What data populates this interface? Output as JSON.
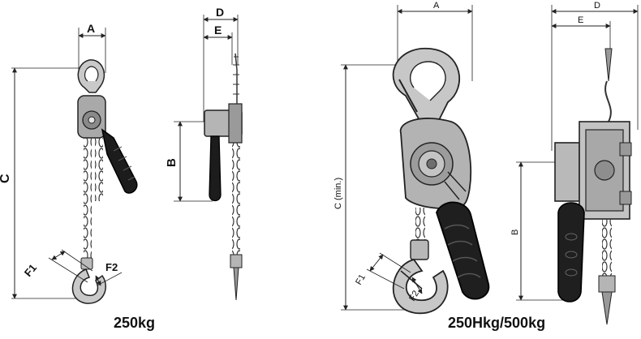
{
  "left_drawing": {
    "caption": "250kg",
    "dims": {
      "a": "A",
      "b": "B",
      "c": "C",
      "d": "D",
      "e": "E",
      "f1": "F1",
      "f2": "F2"
    }
  },
  "right_drawing": {
    "caption": "250Hkg/500kg",
    "dims": {
      "a": "A",
      "b": "B",
      "c": "C (min.)",
      "d": "D",
      "e": "E",
      "f1": "F1",
      "f2": "F2"
    }
  },
  "colors": {
    "line": "#222222",
    "metal": "#b8b8b8",
    "metal_dark": "#6e6e6e",
    "grip": "#1c1c1c"
  }
}
